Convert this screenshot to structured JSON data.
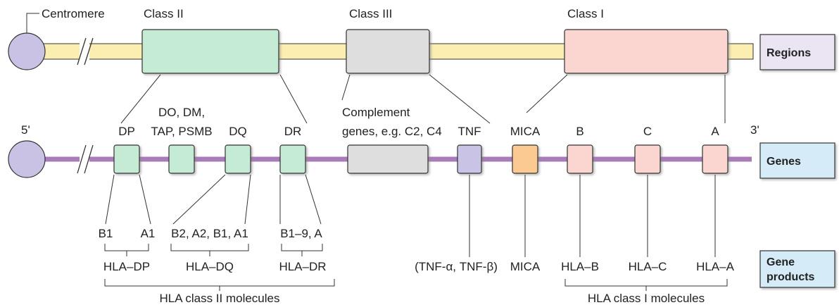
{
  "colors": {
    "chromosome_fill": "#fbeeb0",
    "dna_line": "#a97bba",
    "centromere": "#c9c2e4",
    "class_ii": "#c6ebd5",
    "class_iii": "#dedede",
    "class_i": "#fbd6d0",
    "tnf": "#c9c4e6",
    "mica": "#fbc992",
    "legend_regions": "#ebe4f3",
    "legend_genes": "#d5ecf8",
    "legend_products": "#d5ecf8"
  },
  "top": {
    "centromere_label": "Centromere",
    "class_ii": "Class II",
    "class_iii": "Class III",
    "class_i": "Class I"
  },
  "genes": {
    "five_prime": "5'",
    "three_prime": "3'",
    "dp": "DP",
    "do_dm_line1": "DO, DM,",
    "do_dm_line2": "TAP, PSMB",
    "dq": "DQ",
    "dr": "DR",
    "complement_line1": "Complement",
    "complement_line2": "genes, e.g. C2, C4",
    "tnf": "TNF",
    "mica": "MICA",
    "b": "B",
    "c": "C",
    "a": "A"
  },
  "subunits": {
    "dp_b1": "B1",
    "dp_a1": "A1",
    "dq": "B2, A2, B1, A1",
    "dr": "B1–9, A"
  },
  "products": {
    "hla_dp": "HLA–DP",
    "hla_dq": "HLA–DQ",
    "hla_dr": "HLA–DR",
    "tnf": "(TNF-α, TNF-β)",
    "mica": "MICA",
    "hla_b": "HLA–B",
    "hla_c": "HLA–C",
    "hla_a": "HLA–A",
    "class_ii_molecules": "HLA class II molecules",
    "class_i_molecules": "HLA class I molecules"
  },
  "legend": {
    "regions": "Regions",
    "genes": "Genes",
    "gene_products_line1": "Gene",
    "gene_products_line2": "products"
  }
}
